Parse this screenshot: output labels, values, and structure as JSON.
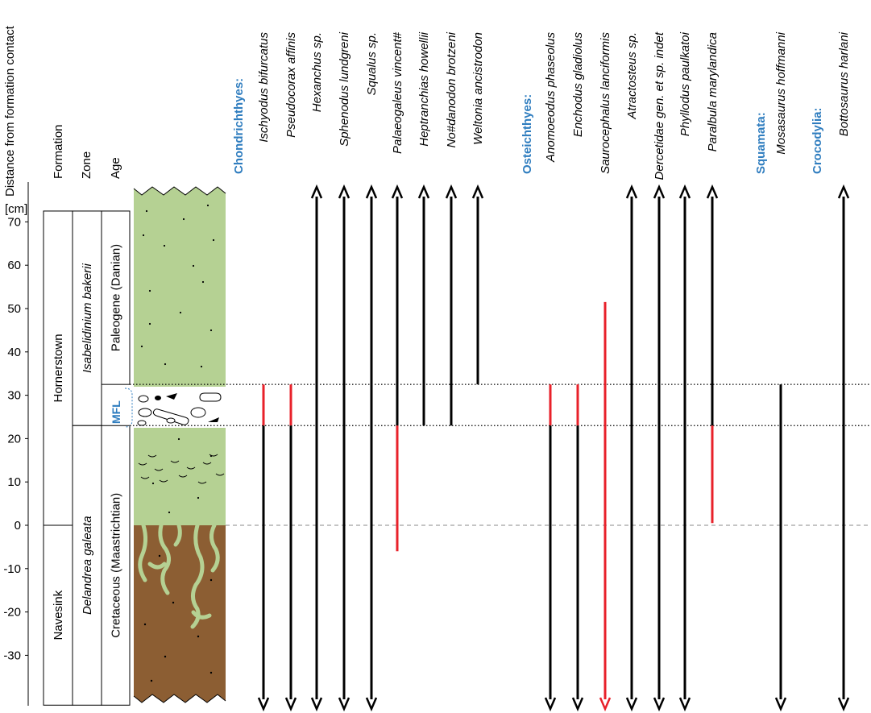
{
  "headers": {
    "distance": "Distance from formation contact",
    "unit": "[cm]",
    "formation": "Formation",
    "zone": "Zone",
    "age": "Age"
  },
  "y_ticks": [
    70,
    60,
    50,
    40,
    30,
    20,
    10,
    0,
    -10,
    -20,
    -30
  ],
  "formations": [
    {
      "name": "Hornerstown",
      "from": 0,
      "to": 72.5
    },
    {
      "name": "Navesink",
      "from": -41.5,
      "to": 0
    }
  ],
  "zones": [
    {
      "name": "Isabelidinium bakerii",
      "from": 23,
      "to": 72.5
    },
    {
      "name": "Delandrea galeata",
      "from": -41.5,
      "to": 23
    }
  ],
  "ages": [
    {
      "name": "Paleogene (Danian)",
      "from": 32.5,
      "to": 72.5
    },
    {
      "name": "Cretaceous (Maastrichtian)",
      "from": -41.5,
      "to": 23
    }
  ],
  "mfl": {
    "label": "MFL",
    "from": 23,
    "to": 32.5
  },
  "contacts": {
    "mfl_top": 32.5,
    "mfl_base": 23,
    "formation_contact": 0
  },
  "colors": {
    "green": "#b5d193",
    "brown": "#8c5e33",
    "root": "#b5d193",
    "red": "#e8212a",
    "black": "#000000",
    "group_blue": "#2f7dbf"
  },
  "groups": [
    {
      "name": "Chondrichthyes:",
      "taxa": [
        {
          "name": "Ischyodus bifurcatus",
          "segments": [
            {
              "from": 23,
              "to": 32.5,
              "color": "red"
            },
            {
              "from": -41.5,
              "to": 23,
              "color": "black",
              "arrow_down": true
            }
          ]
        },
        {
          "name": "Pseudocorax affinis",
          "segments": [
            {
              "from": 23,
              "to": 32.5,
              "color": "red"
            },
            {
              "from": -41.5,
              "to": 23,
              "color": "black",
              "arrow_down": true
            }
          ]
        },
        {
          "name": "Hexanchus sp.",
          "segments": [
            {
              "from": -41.5,
              "to": 78,
              "color": "black",
              "arrow_up": true,
              "arrow_down": true
            }
          ]
        },
        {
          "name": "Sphenodus lundgreni",
          "segments": [
            {
              "from": -41.5,
              "to": 78,
              "color": "black",
              "arrow_up": true,
              "arrow_down": true
            }
          ]
        },
        {
          "name": "Squalus sp.",
          "segments": [
            {
              "from": -41.5,
              "to": 78,
              "color": "black",
              "arrow_up": true,
              "arrow_down": true
            }
          ]
        },
        {
          "name": "Palaeogaleus vincent#",
          "segments": [
            {
              "from": 23,
              "to": 78,
              "color": "black",
              "arrow_up": true
            },
            {
              "from": -6,
              "to": 23,
              "color": "red"
            }
          ]
        },
        {
          "name": "Heptranchias howellii",
          "segments": [
            {
              "from": 23,
              "to": 78,
              "color": "black",
              "arrow_up": true
            }
          ]
        },
        {
          "name": "No#danodon brotzeni",
          "segments": [
            {
              "from": 23,
              "to": 78,
              "color": "black",
              "arrow_up": true
            }
          ]
        },
        {
          "name": "Weltonia ancistrodon",
          "segments": [
            {
              "from": 32.5,
              "to": 78,
              "color": "black",
              "arrow_up": true
            }
          ]
        }
      ]
    },
    {
      "name": "Osteichthyes:",
      "taxa": [
        {
          "name": "Anomoeodus phaseolus",
          "segments": [
            {
              "from": 23,
              "to": 32.5,
              "color": "red"
            },
            {
              "from": -41.5,
              "to": 23,
              "color": "black",
              "arrow_down": true
            }
          ]
        },
        {
          "name": "Enchodus gladiolus",
          "segments": [
            {
              "from": 23,
              "to": 32.5,
              "color": "red"
            },
            {
              "from": -41.5,
              "to": 23,
              "color": "black",
              "arrow_down": true
            }
          ]
        },
        {
          "name": "Saurocephalus lanciformis",
          "segments": [
            {
              "from": -41.5,
              "to": 51.5,
              "color": "red",
              "arrow_down": true
            }
          ]
        },
        {
          "name": "Atractosteus sp.",
          "segments": [
            {
              "from": -41.5,
              "to": 78,
              "color": "black",
              "arrow_up": true,
              "arrow_down": true
            }
          ]
        },
        {
          "name": "Dercetidae gen. et sp. indet",
          "segments": [
            {
              "from": -41.5,
              "to": 78,
              "color": "black",
              "arrow_up": true,
              "arrow_down": true
            }
          ]
        },
        {
          "name": "Phyllodus paulkatoi",
          "segments": [
            {
              "from": -41.5,
              "to": 78,
              "color": "black",
              "arrow_up": true,
              "arrow_down": true
            }
          ]
        },
        {
          "name": "Paralbula marylandica",
          "segments": [
            {
              "from": 23,
              "to": 78,
              "color": "black",
              "arrow_up": true
            },
            {
              "from": 0.5,
              "to": 23,
              "color": "red"
            }
          ]
        }
      ]
    },
    {
      "name": "Squamata:",
      "taxa": [
        {
          "name": "Mosasaurus hoffmanni",
          "segments": [
            {
              "from": -41.5,
              "to": 32.5,
              "color": "black",
              "arrow_down": true
            }
          ]
        }
      ]
    },
    {
      "name": "Crocodylia:",
      "taxa": [
        {
          "name": "Bottosaurus harlani",
          "segments": [
            {
              "from": -41.5,
              "to": 78,
              "color": "black",
              "arrow_up": true,
              "arrow_down": true
            }
          ]
        }
      ]
    }
  ]
}
